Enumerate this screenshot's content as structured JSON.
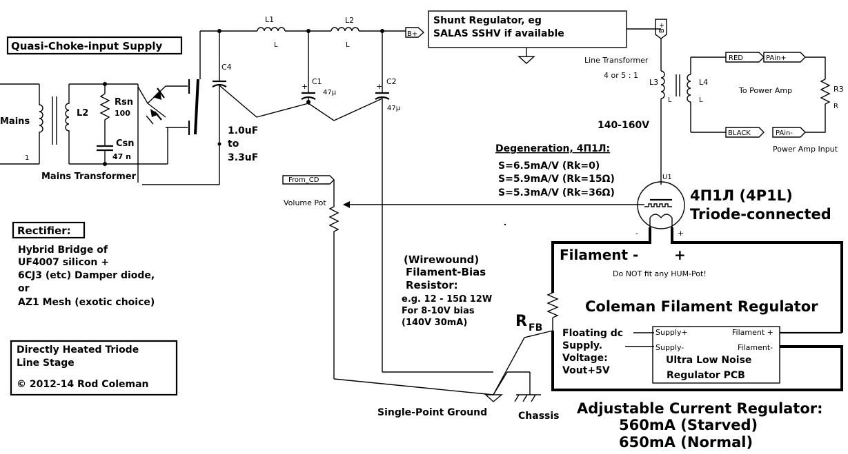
{
  "title_box": "Quasi-Choke-input Supply",
  "mains_label": "Mains",
  "mains_one": "1",
  "mains_transformer": "Mains Transformer",
  "l2_primary": "L2",
  "rsn": "Rsn",
  "rsn_value": "100",
  "csn": "Csn",
  "csn_value": "47 n",
  "c4_label": "C4",
  "c4_value_1": "1.0uF",
  "c4_value_2": "to",
  "c4_value_3": "3.3uF",
  "l1_label": "L1",
  "l1_l": "L",
  "l2_label": "L2",
  "l2_l": "L",
  "c1_label": "C1",
  "c1_value": "47µ",
  "c2_label": "C2",
  "c2_value": "47µ",
  "bplus_tag": "B+",
  "shunt_line1": "Shunt Regulator, eg",
  "shunt_line2": "SALAS SSHV if available",
  "bplus_vertical": "B+",
  "line_transformer": "Line Transformer",
  "ratio": "4 or 5 : 1",
  "l3_label": "L3",
  "l3_l": "L",
  "l4_label": "L4",
  "l4_l": "L",
  "red_tag": "RED",
  "black_tag": "BLACK",
  "pain_plus": "PAin+",
  "pain_minus": "PAin-",
  "to_power_amp": "To Power Amp",
  "r3_label": "R3",
  "r3_r": "R",
  "power_amp_input": "Power Amp Input",
  "voltage": "140-160V",
  "degeneration_title": "Degeneration, 4П1Л:",
  "s_values": [
    "S=6.5mA/V (Rk=0)",
    "S=5.9mA/V (Rk=15Ω)",
    "S=5.3mA/V (Rk=36Ω)"
  ],
  "u1_label": "U1",
  "tube_name": "4П1Л (4P1L)",
  "tube_conn": "Triode-connected",
  "tube_minus": "-",
  "tube_plus": "+",
  "from_cd": "From_CD",
  "volume_pot": "Volume Pot",
  "rectifier_title": "Rectifier:",
  "rectifier_lines": [
    "Hybrid Bridge of",
    "UF4007 silicon +",
    "6CJ3 (etc) Damper diode,",
    "or",
    "AZ1 Mesh (exotic choice)"
  ],
  "credit_lines": [
    "Directly Heated Triode",
    "Line Stage",
    "© 2012-14 Rod Coleman"
  ],
  "fb_lines": [
    "(Wirewound)",
    "Filament-Bias",
    "Resistor:",
    "e.g. 12 - 15Ω 12W",
    "For 8-10V bias",
    "(140V 30mA)"
  ],
  "rfb_main": "R",
  "rfb_sub": "FB",
  "filament_minus": "Filament -",
  "filament_plus": "+",
  "no_hum_pot": "Do NOT fit any HUM-Pot!",
  "coleman_reg": "Coleman Filament Regulator",
  "floating_lines": [
    "Floating dc",
    "Supply.",
    "Voltage:",
    "Vout+5V"
  ],
  "supply_plus": "Supply+",
  "supply_minus": "Supply-",
  "filament_plus_pin": "Filament +",
  "filament_minus_pin": "Filament-",
  "pcb_lines": [
    "Ultra Low Noise",
    "Regulator PCB"
  ],
  "single_point_ground": "Single-Point Ground",
  "chassis": "Chassis",
  "adj_lines": [
    "Adjustable Current Regulator:",
    "560mA (Starved)",
    "650mA (Normal)"
  ]
}
